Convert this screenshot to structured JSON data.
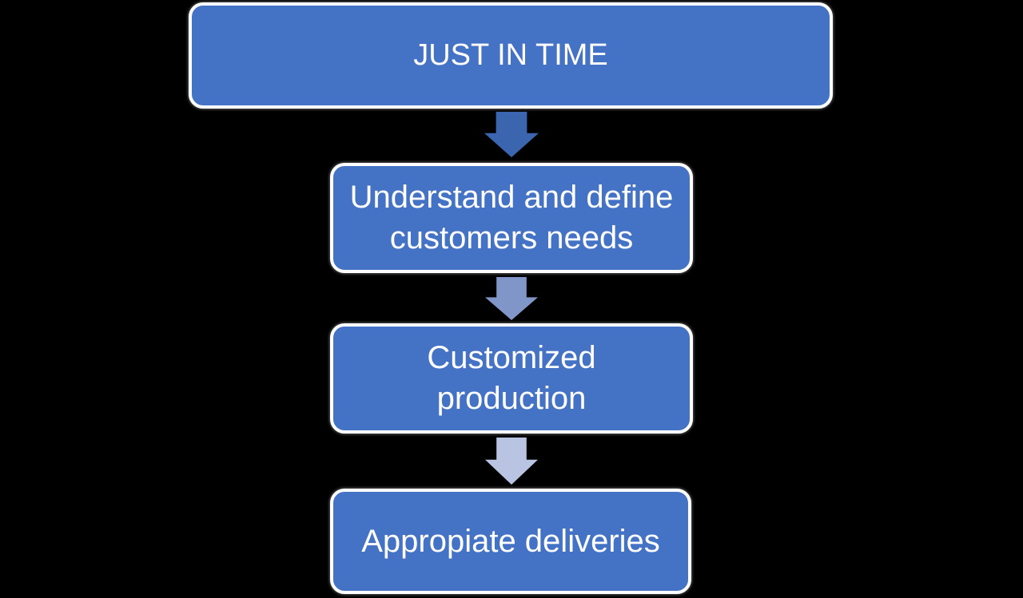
{
  "diagram": {
    "type": "flowchart-vertical-process",
    "nodes": [
      {
        "name": "just-in-time",
        "lines": [
          "JUST IN TIME"
        ]
      },
      {
        "name": "understand-define-needs",
        "lines": [
          "Understand and define",
          "customers needs"
        ]
      },
      {
        "name": "customized-production",
        "lines": [
          "Customized",
          "production"
        ]
      },
      {
        "name": "appropriate-deliveries",
        "lines": [
          "Appropiate deliveries"
        ]
      }
    ],
    "connectors": [
      {
        "name": "arrow-1",
        "direction": "down"
      },
      {
        "name": "arrow-2",
        "direction": "down"
      },
      {
        "name": "arrow-3",
        "direction": "down"
      }
    ]
  },
  "colors": {
    "background": "#000000",
    "box_fill": "#4472C4",
    "box_border": "#FFFFFF",
    "text": "#FFFFFF",
    "arrow_1": "#3B65AE",
    "arrow_2": "#8095C8",
    "arrow_3": "#B9C3E2"
  }
}
